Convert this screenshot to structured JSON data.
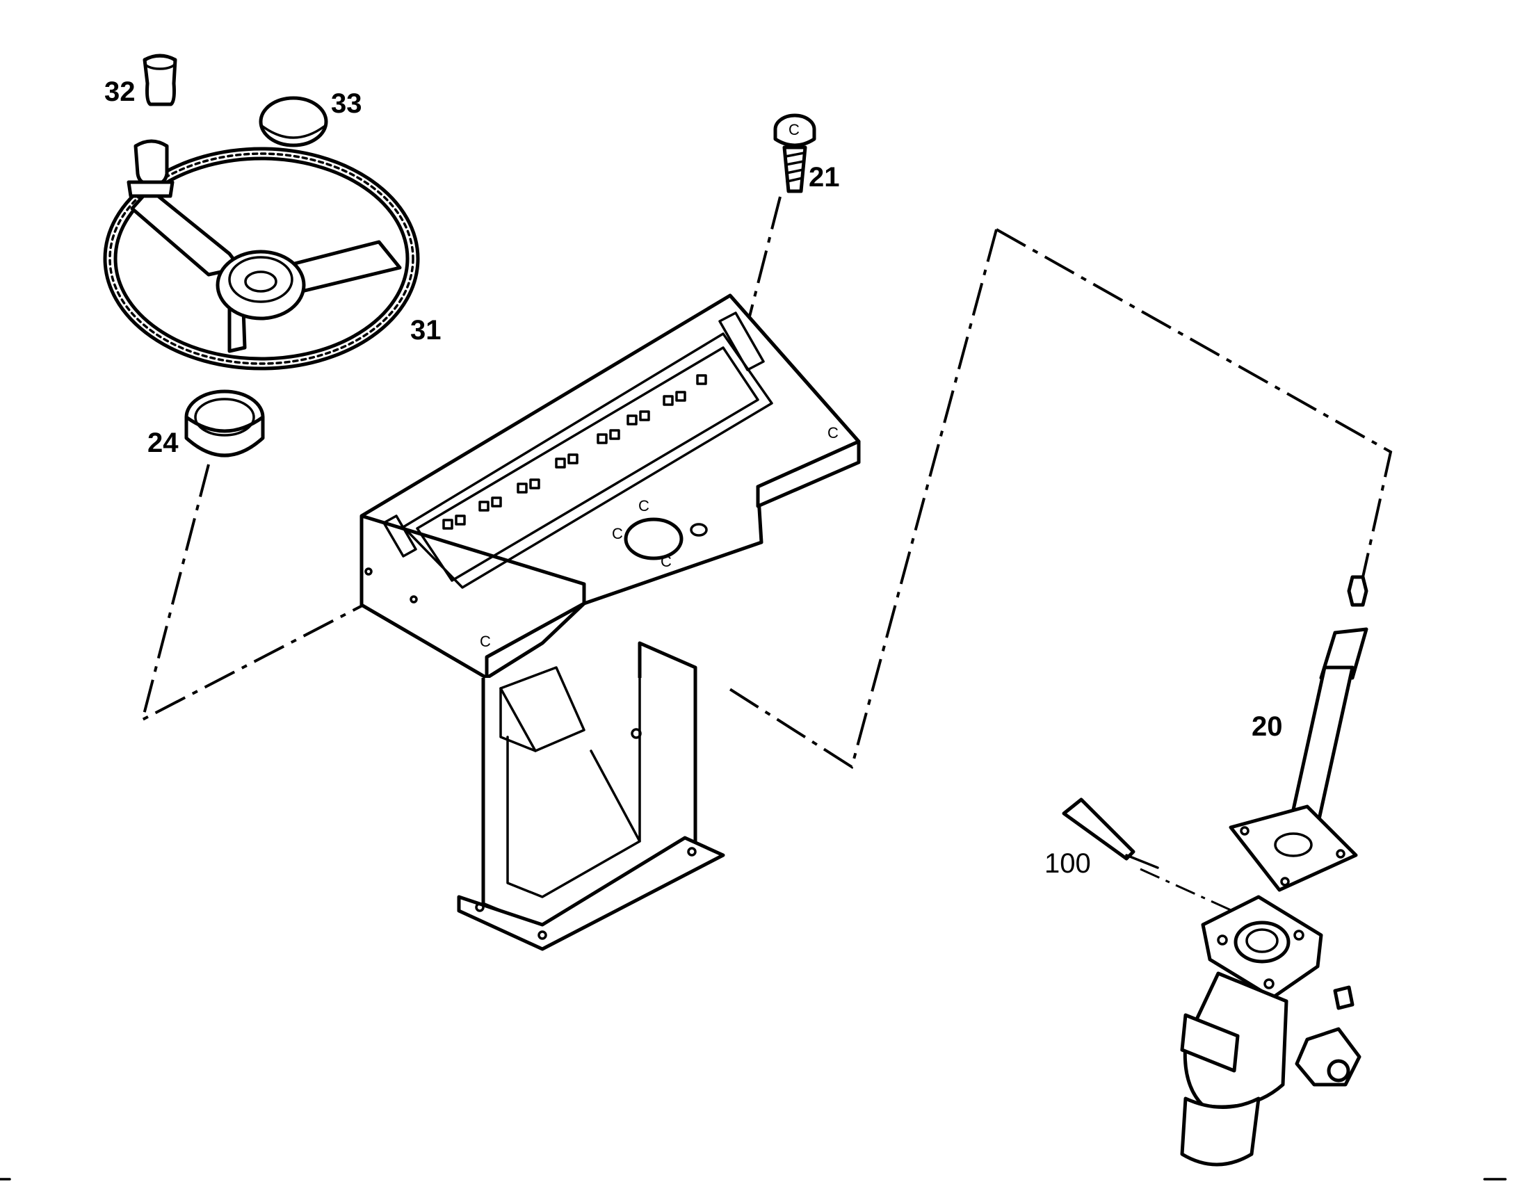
{
  "callouts": {
    "c20": "20",
    "c21": "21",
    "c24": "24",
    "c31": "31",
    "c32": "32",
    "c33": "33",
    "c100": "100"
  },
  "parts": {
    "steering_wheel": "steering-wheel",
    "knob": "spinner-knob",
    "cap": "center-cap",
    "bushing": "bushing",
    "screw": "screw",
    "steering_column": "steering-column",
    "steering_unit": "steering-unit",
    "sealant_tube": "sealant-tube",
    "console": "steering-console"
  }
}
